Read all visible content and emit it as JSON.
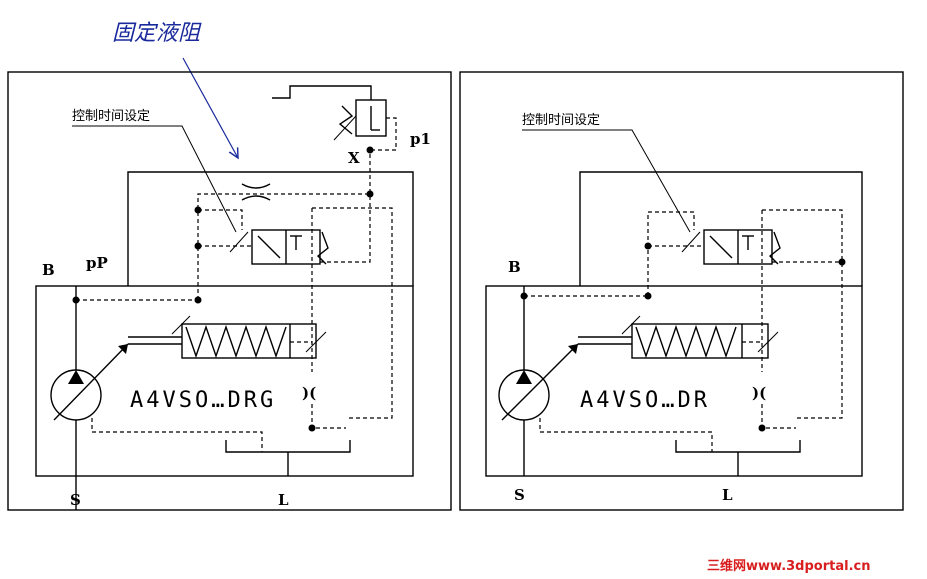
{
  "annotation": {
    "fixed_orifice": "固定液阻"
  },
  "left_panel": {
    "control_time_label": "控制时间设定",
    "model": "A4VSO…DRG",
    "port_b": "B",
    "port_pp": "pP",
    "port_x": "X",
    "pressure_p1": "p1",
    "port_s": "S",
    "port_l": "L"
  },
  "right_panel": {
    "control_time_label": "控制时间设定",
    "model": "A4VSO…DR",
    "port_b": "B",
    "port_s": "S",
    "port_l": "L"
  },
  "watermark": {
    "text": "三维网www.3dportal.cn",
    "color": "#d81e1e"
  },
  "colors": {
    "annotation": "#1a2a9c",
    "lines": "#000000"
  }
}
